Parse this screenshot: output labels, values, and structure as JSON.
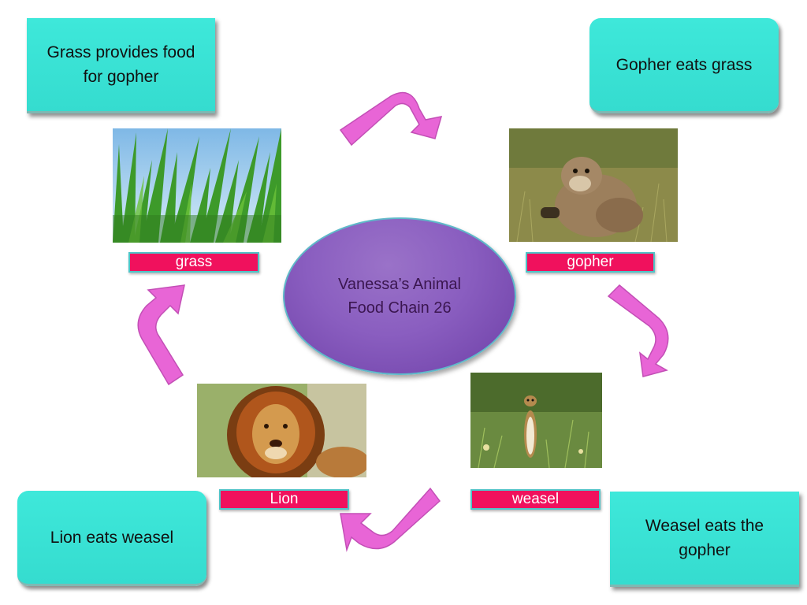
{
  "center": {
    "line1": "Vanessa’s Animal",
    "line2": "Food Chain 26"
  },
  "boxes": {
    "top_left": {
      "line1": "Grass provides food",
      "line2": "for gopher"
    },
    "top_right": {
      "line1": "Gopher eats grass"
    },
    "bottom_left": {
      "line1": "Lion eats weasel"
    },
    "bottom_right": {
      "line1": "Weasel eats the",
      "line2": "gopher"
    }
  },
  "labels": {
    "grass": "grass",
    "gopher": "gopher",
    "weasel": "weasel",
    "lion": "Lion"
  },
  "photos": {
    "grass": "grass-photo",
    "gopher": "gopher-photo",
    "weasel": "weasel-photo",
    "lion": "lion-photo"
  },
  "colors": {
    "box_fill": "#3ee8da",
    "label_fill": "#f0115d",
    "arrow_fill": "#e865d6",
    "ellipse_fill": "#8a5ec0"
  }
}
